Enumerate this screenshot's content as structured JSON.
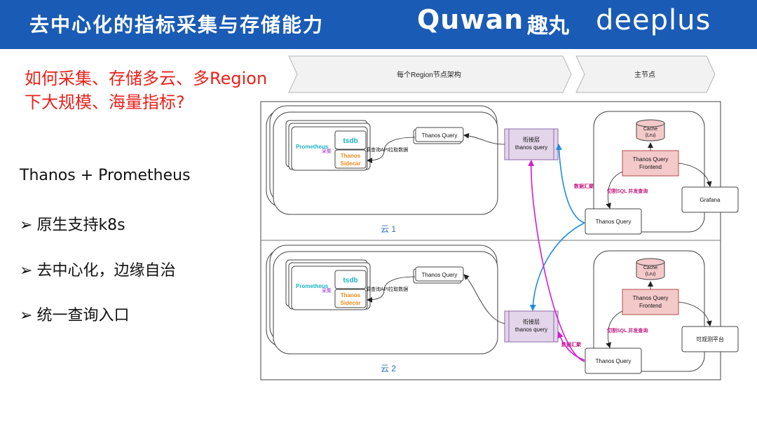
{
  "header": {
    "title": "去中心化的指标采集与存储能力",
    "brand_quwan": "Quwan",
    "brand_quwan_cn": "趣丸",
    "brand_deeplus": "deeplus"
  },
  "question": "如何采集、存储多云、多Region下大规模、海量指标?",
  "bullets": {
    "title": "Thanos + Prometheus",
    "arrow": "➢",
    "items": [
      "原生支持k8s",
      "去中心化，边缘自治",
      "统一查询入口"
    ]
  },
  "diagram": {
    "banner_region": "每个Region节点架构",
    "banner_master": "主节点",
    "cloud1": "云 1",
    "cloud2": "云 2",
    "prometheus": "Prometheus",
    "tsdb": "tsdb",
    "sidecar_line1": "Thanos",
    "sidecar_line2": "Sidecar",
    "scrape_label": "采集",
    "call_api_label": "调查询API拉取数据",
    "thanos_query": "Thanos Query",
    "bridge_line1": "衔接层",
    "bridge_line2": "thanos query",
    "cache_line1": "Cache",
    "cache_line2": "(Lru)",
    "frontend_line1": "Thanos Query",
    "frontend_line2": "Frontend",
    "split_sql": "切割SQL 并发查询",
    "data_agg": "数据汇聚",
    "grafana": "Grafana",
    "observability": "可观测平台"
  },
  "colors": {
    "header_bg": "#1a5bb5",
    "question_red": "#e8221b",
    "tsdb_teal": "#19b3c4",
    "sidecar_orange": "#f08a1c",
    "agg_magenta": "#d21bd2",
    "link_blue": "#1f8ce0",
    "bridge_fill": "#e3d6ea",
    "frontend_fill": "#f3c9c9"
  }
}
